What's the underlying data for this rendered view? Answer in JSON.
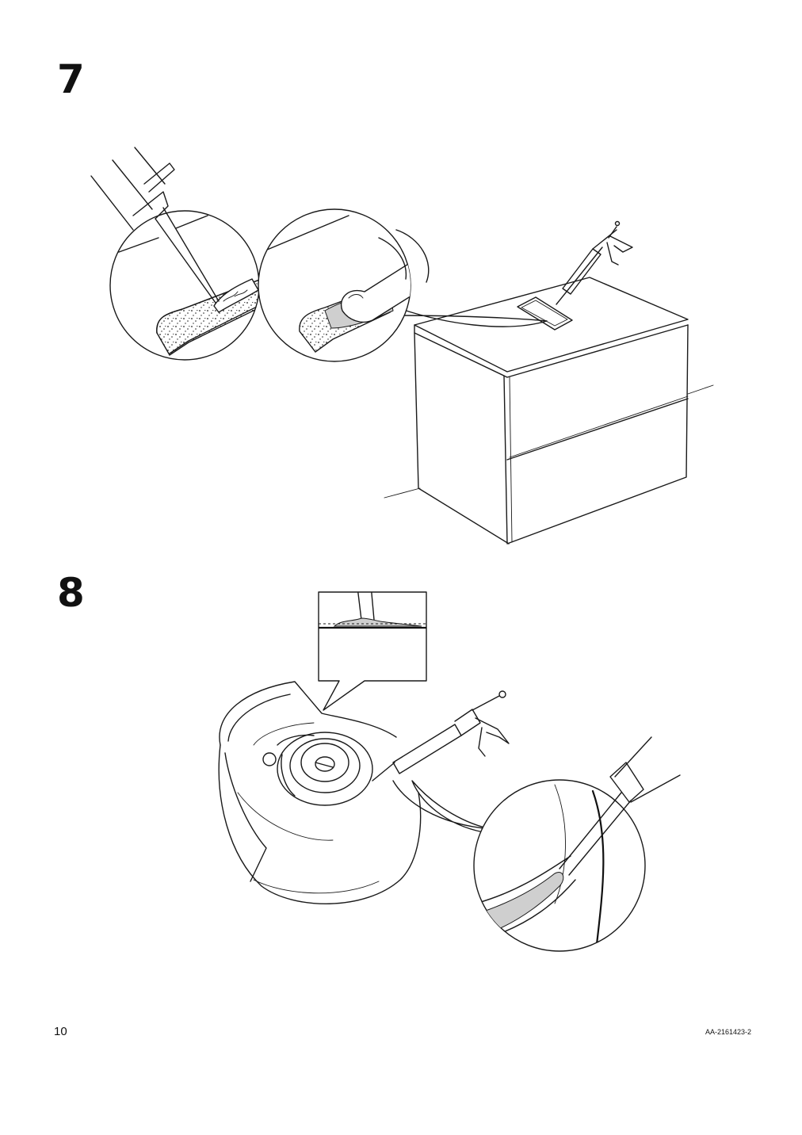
{
  "steps": [
    {
      "number": "7"
    },
    {
      "number": "8"
    }
  ],
  "footer": {
    "page_number": "10",
    "document_code": "AA-2161423-2"
  },
  "colors": {
    "line": "#1a1a1a",
    "sealant_fill": "#cfcfcf",
    "background": "#ffffff"
  }
}
